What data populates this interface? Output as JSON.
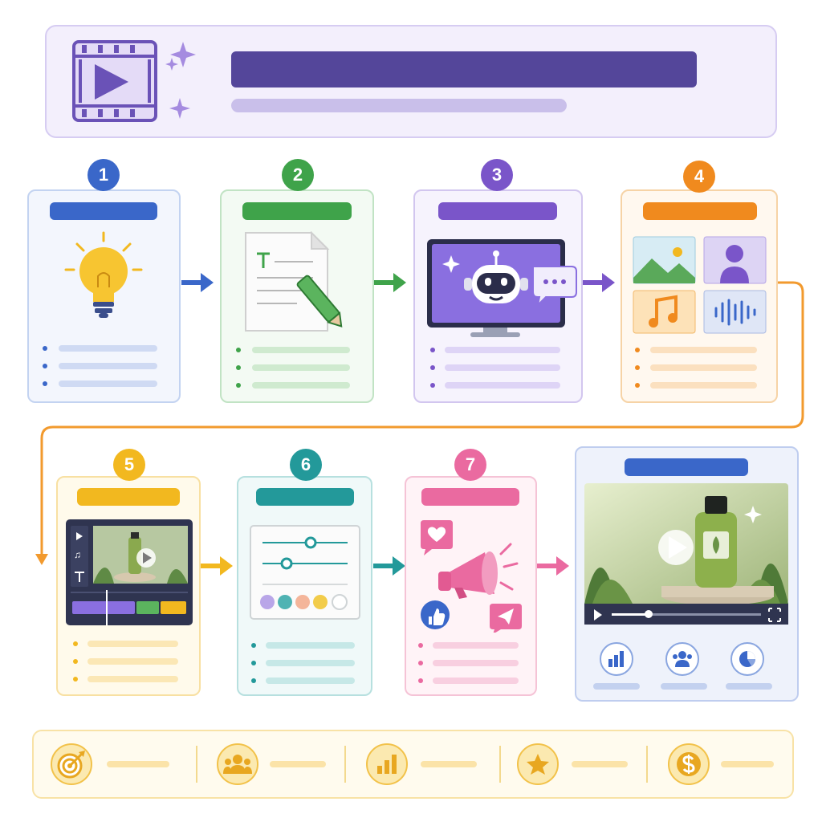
{
  "header": {
    "icons": [
      "video-player-icon",
      "sparkle-icon"
    ]
  },
  "steps": [
    {
      "number": "1",
      "color": "#3a67c9",
      "icon": "lightbulb-icon"
    },
    {
      "number": "2",
      "color": "#3fa34a",
      "icon": "document-edit-icon"
    },
    {
      "number": "3",
      "color": "#7a55c9",
      "icon": "ai-robot-icon"
    },
    {
      "number": "4",
      "color": "#f08a1e",
      "icon": "media-assets-icon"
    },
    {
      "number": "5",
      "color": "#f2b81f",
      "icon": "video-editor-icon"
    },
    {
      "number": "6",
      "color": "#23999a",
      "icon": "adjustments-icon"
    },
    {
      "number": "7",
      "color": "#ea6aa0",
      "icon": "megaphone-icon"
    }
  ],
  "result": {
    "color": "#3a67c9",
    "icons": [
      "bar-chart-icon",
      "audience-icon",
      "pie-chart-icon"
    ]
  },
  "bottom_icons": [
    "target-icon",
    "group-icon",
    "growth-chart-icon",
    "star-icon",
    "dollar-icon"
  ]
}
